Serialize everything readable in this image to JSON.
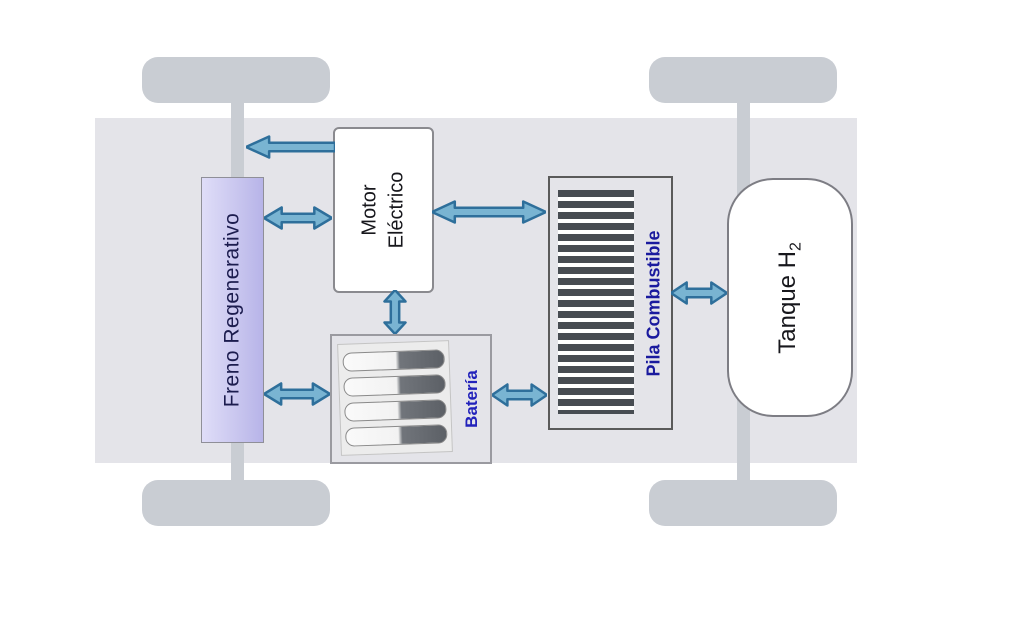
{
  "components": {
    "freno_regenerativo": {
      "label": "Freno Regenerativo"
    },
    "motor_electrico": {
      "line1": "Motor",
      "line2": "Eléctrico"
    },
    "bateria": {
      "label": "Batería"
    },
    "pila_combustible": {
      "label": "Pila Combustible"
    },
    "tanque_h2": {
      "label": "Tanque H",
      "subscript": "2"
    }
  },
  "connections": [
    {
      "from": "motor_electrico",
      "to": "front_axle",
      "type": "single-arrow"
    },
    {
      "from": "freno_regenerativo",
      "to": "motor_electrico",
      "type": "double-arrow"
    },
    {
      "from": "motor_electrico",
      "to": "pila_combustible",
      "type": "double-arrow"
    },
    {
      "from": "motor_electrico",
      "to": "bateria",
      "type": "double-arrow"
    },
    {
      "from": "freno_regenerativo",
      "to": "bateria",
      "type": "double-arrow"
    },
    {
      "from": "bateria",
      "to": "pila_combustible",
      "type": "double-arrow"
    },
    {
      "from": "pila_combustible",
      "to": "tanque_h2",
      "type": "double-arrow"
    }
  ],
  "colors": {
    "arrow_fill": "#79b4d2",
    "arrow_stroke": "#2e6f9b",
    "chassis": "#e4e4e9",
    "wheel": "#c9cdd3",
    "freno_fill": "#cac7ef",
    "label_navy": "#1c1c4e",
    "label_blue": "#1f1fb4"
  }
}
